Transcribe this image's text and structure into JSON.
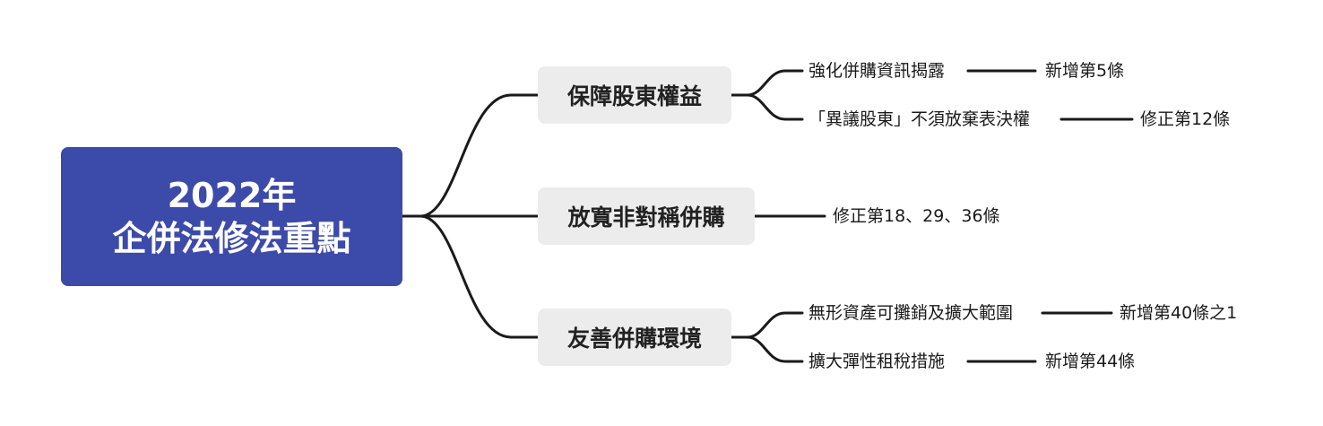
{
  "root": {
    "line1": "2022年",
    "line2": "企併法修法重點"
  },
  "branches": [
    {
      "label": "保障股東權益",
      "items": [
        {
          "text": "強化併購資訊揭露",
          "note": "新增第5條"
        },
        {
          "text": "「異議股東」不須放棄表決權",
          "note": "修正第12條"
        }
      ]
    },
    {
      "label": "放寬非對稱併購",
      "items": [
        {
          "text": "修正第18、29、36條"
        }
      ]
    },
    {
      "label": "友善併購環境",
      "items": [
        {
          "text": "無形資產可攤銷及擴大範圍",
          "note": "新增第40條之1"
        },
        {
          "text": "擴大彈性租稅措施",
          "note": "新增第44條"
        }
      ]
    }
  ],
  "colors": {
    "root_bg": "#3c4aaa",
    "branch_bg": "#ececec",
    "line": "#1a1a1a"
  }
}
